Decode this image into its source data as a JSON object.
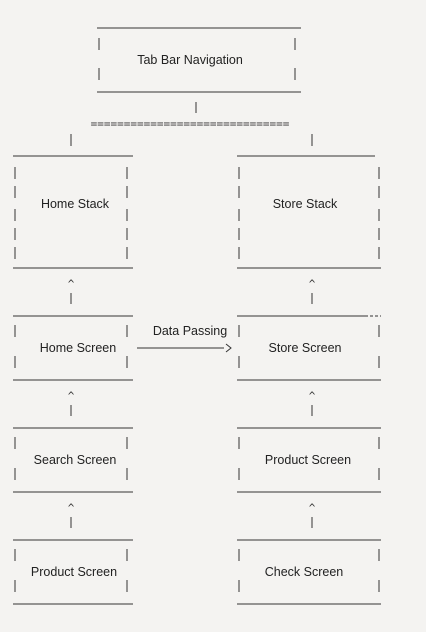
{
  "diagram": {
    "nodes": {
      "tab_bar": "Tab Bar Navigation",
      "home_stack": "Home Stack",
      "store_stack": "Store Stack",
      "home_screen": "Home Screen",
      "store_screen": "Store Screen",
      "search_screen": "Search Screen",
      "product_screen_left": "Product Screen",
      "product_screen_right": "Product Screen",
      "check_screen": "Check Screen"
    },
    "edge_labels": {
      "data_passing": "Data Passing"
    },
    "glyphs": {
      "separator": "==============================",
      "caret": "^",
      "pipe": "|",
      "arrow": "-->"
    },
    "colors": {
      "background": "#f4f3f1",
      "line": "#333333"
    }
  }
}
